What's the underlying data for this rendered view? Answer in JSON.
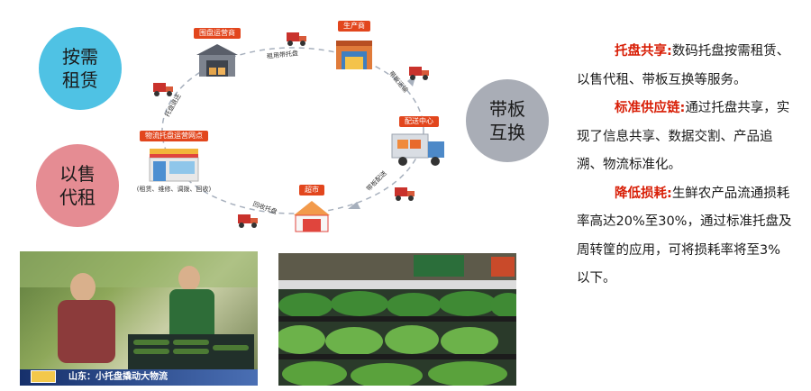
{
  "circles": {
    "rent_on_demand": "按需\n租赁",
    "sell_for_rent": "以售\n代租",
    "board_exchange": "带板\n互换"
  },
  "nodes": {
    "pallet_operator": "围盘运营商",
    "producer": "生产商",
    "distribution_center": "配送中心",
    "supermarket": "超市",
    "service_outlet": "物流托盘运营网点",
    "service_outlet_sub": "(租赁、维修、调拨、回收)"
  },
  "flow_labels": {
    "top": "租用带托盘",
    "right": "带板运输",
    "bottom_right": "带板配送",
    "bottom": "回收托盘",
    "left": "托盘退还"
  },
  "panel": {
    "h1": "托盘共享:",
    "t1": "数码托盘按需租赁、以售代租、带板互换等服务。",
    "h2": "标准供应链:",
    "t2": "通过托盘共享，实现了信息共享、数据交割、产品追溯、物流标准化。",
    "h3": "降低损耗:",
    "t3": "生鲜农产品流通损耗率高达20%至30%，通过标准托盘及周转筐的应用，可将损耗率将至3%以下。"
  },
  "photo_caption": "山东：小托盘撬动大物流",
  "colors": {
    "accent_red": "#d81e06",
    "node_orange": "#e2461d",
    "circle_blue": "#4fc2e4",
    "circle_pink": "#e58c93",
    "circle_gray": "#a9adb6"
  }
}
